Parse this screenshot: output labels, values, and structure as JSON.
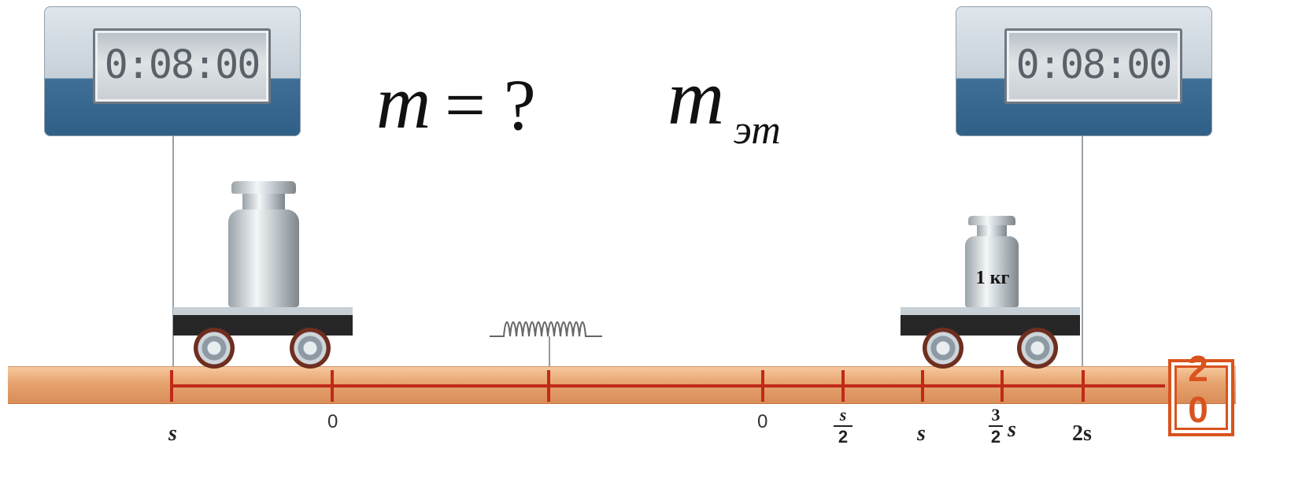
{
  "timers": {
    "left": {
      "readout": "0:08:00"
    },
    "right": {
      "readout": "0:08:00"
    }
  },
  "formula": {
    "unknown_mass": "m",
    "equals_question": "= ?",
    "reference_mass": "m",
    "reference_subscript": "эт"
  },
  "weight_label": "1 кг",
  "left_scale": {
    "start": "s",
    "zero": "0"
  },
  "right_scale": {
    "zero": "0",
    "half_numerator": "s",
    "half_denominator": "2",
    "s": "s",
    "three_halves_numerator": "3",
    "three_halves_denominator": "2",
    "three_halves_s": "s",
    "two_s": "2s"
  },
  "slide_number": "20",
  "colors": {
    "scale_red": "#c02a1a",
    "badge_orange": "#d9531e",
    "timer_blue": "#2f5f86"
  }
}
